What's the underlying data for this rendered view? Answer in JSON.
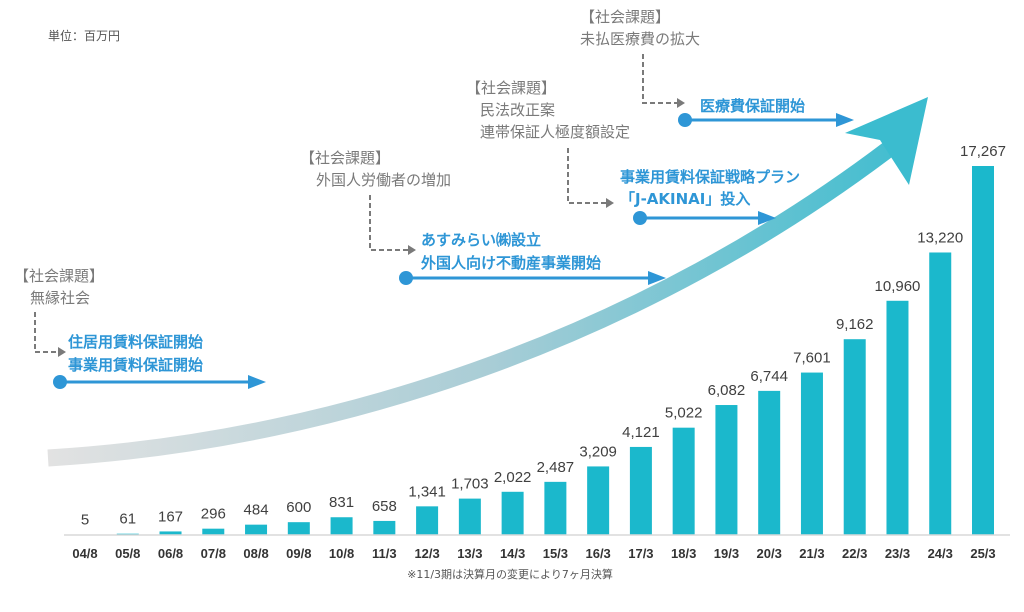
{
  "chart_data": {
    "type": "bar",
    "title": "",
    "unit_label": "単位：百万円",
    "xlabel": "",
    "ylabel": "",
    "ylim": [
      0,
      17267
    ],
    "grid": false,
    "categories": [
      "04/8",
      "05/8",
      "06/8",
      "07/8",
      "08/8",
      "09/8",
      "10/8",
      "11/3",
      "12/3",
      "13/3",
      "14/3",
      "15/3",
      "16/3",
      "17/3",
      "18/3",
      "19/3",
      "20/3",
      "21/3",
      "22/3",
      "23/3",
      "24/3",
      "25/3"
    ],
    "values": [
      5,
      61,
      167,
      296,
      484,
      600,
      831,
      658,
      1341,
      1703,
      2022,
      2487,
      3209,
      4121,
      5022,
      6082,
      6744,
      7601,
      9162,
      10960,
      13220,
      17267
    ],
    "value_labels": [
      "5",
      "61",
      "167",
      "296",
      "484",
      "600",
      "831",
      "658",
      "1,341",
      "1,703",
      "2,022",
      "2,487",
      "3,209",
      "4,121",
      "5,022",
      "6,082",
      "6,744",
      "7,601",
      "9,162",
      "10,960",
      "13,220",
      "17,267"
    ],
    "footnote": "※11/3期は決算月の変更により7ヶ月決算",
    "bar_color": "#1bb8cc",
    "annotations": [
      {
        "issue_header": "【社会課題】",
        "issue_lines": [
          "無縁社会"
        ],
        "event_lines": [
          "住居用賃料保証開始",
          "事業用賃料保証開始"
        ]
      },
      {
        "issue_header": "【社会課題】",
        "issue_lines": [
          "外国人労働者の増加"
        ],
        "event_lines": [
          "あすみらい㈱設立",
          "外国人向け不動産事業開始"
        ]
      },
      {
        "issue_header": "【社会課題】",
        "issue_lines": [
          "民法改正案",
          "連帯保証人極度額設定"
        ],
        "event_lines": [
          "事業用賃料保証戦略プラン",
          "「J-AKINAI」投入"
        ]
      },
      {
        "issue_header": "【社会課題】",
        "issue_lines": [
          "未払医療費の拡大"
        ],
        "event_lines": [
          "医療費保証開始"
        ]
      }
    ],
    "colors": {
      "event": "#2e96d6",
      "issue": "#7a7a7a",
      "arrow_start": "#e0e0e0",
      "arrow_end": "#3bbccf"
    }
  }
}
